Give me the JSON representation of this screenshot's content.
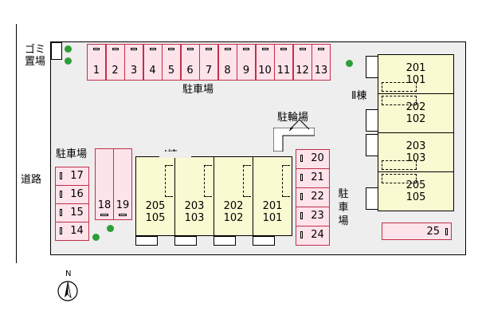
{
  "labels": {
    "garbage_line1": "ゴミ",
    "garbage_line2": "置場",
    "parking_top": "駐車場",
    "parking_left": "駐車場",
    "parking_right": [
      "駐",
      "車",
      "場"
    ],
    "road": "道路",
    "bike_parking": "駐輪場",
    "building_1": "Ⅰ棟",
    "building_2": "Ⅱ棟",
    "north": "N"
  },
  "parking_top": [
    "1",
    "2",
    "3",
    "4",
    "5",
    "6",
    "7",
    "8",
    "9",
    "10",
    "11",
    "12",
    "13"
  ],
  "parking_left": [
    "17",
    "16",
    "15",
    "14"
  ],
  "parking_left_vertical": [
    "18",
    "19"
  ],
  "parking_right": [
    "20",
    "21",
    "22",
    "23",
    "24"
  ],
  "parking_bottom": "25",
  "building_1_units": [
    {
      "upper": "205",
      "lower": "105"
    },
    {
      "upper": "203",
      "lower": "103"
    },
    {
      "upper": "202",
      "lower": "102"
    },
    {
      "upper": "201",
      "lower": "101"
    }
  ],
  "building_2_units": [
    {
      "upper": "201",
      "lower": "101"
    },
    {
      "upper": "202",
      "lower": "102"
    },
    {
      "upper": "203",
      "lower": "103"
    },
    {
      "upper": "205",
      "lower": "105"
    }
  ],
  "colors": {
    "parking_fill": "#fde3ea",
    "parking_border": "#c0304a",
    "unit_fill": "#fafad2",
    "ground": "#eeeeee",
    "tree": "#2e9e3a"
  }
}
